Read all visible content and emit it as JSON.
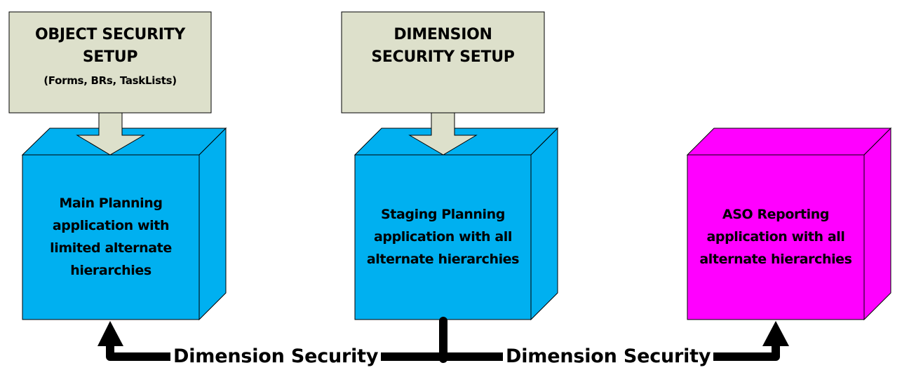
{
  "colors": {
    "setup_box": "#DDE0CB",
    "planning_cube": "#00B0F0",
    "reporting_cube": "#FF00FF",
    "connector": "#000000"
  },
  "setup_boxes": [
    {
      "title_line1": "OBJECT SECURITY",
      "title_line2": "SETUP",
      "subtitle": "(Forms, BRs, TaskLists)"
    },
    {
      "title_line1": "DIMENSION",
      "title_line2": "SECURITY SETUP",
      "subtitle": ""
    }
  ],
  "cubes": [
    {
      "lines": [
        "Main Planning",
        "application with",
        "limited alternate",
        "hierarchies"
      ]
    },
    {
      "lines": [
        "Staging Planning",
        "application with all",
        "alternate hierarchies"
      ]
    },
    {
      "lines": [
        "ASO Reporting",
        "application with all",
        "alternate hierarchies"
      ]
    }
  ],
  "flows": [
    {
      "label": "Dimension Security",
      "from": "Staging Planning",
      "to": "Main Planning"
    },
    {
      "label": "Dimension Security",
      "from": "Staging Planning",
      "to": "ASO Reporting"
    }
  ]
}
